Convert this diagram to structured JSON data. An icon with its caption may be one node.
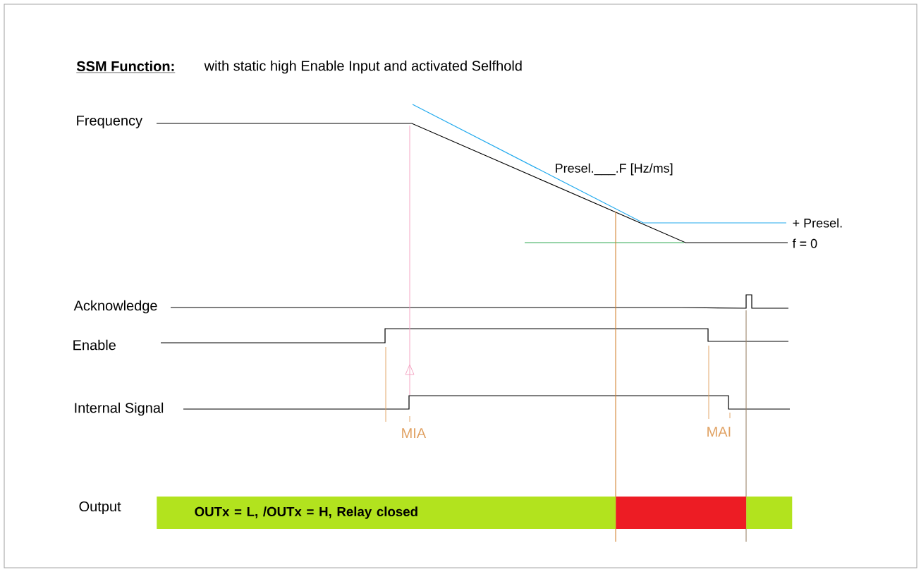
{
  "diagram": {
    "title": "SSM Function:",
    "nodes": [
      {
        "text": [
          "OUTx = L, /OUTx = H, Relay closed"
        ]
      },
      {
        "text": [],
        "shape": "bar"
      },
      {
        "text": [],
        "shape": "bar"
      }
    ],
    "labels": [
      "with static high Enable Input and activated Selfhold",
      "Frequency",
      "Presel.___.F [Hz/ms]",
      "+ Presel.",
      "f = 0",
      "Acknowledge",
      "Enable",
      "Internal Signal",
      "MIA",
      "MAI",
      "Output"
    ]
  }
}
